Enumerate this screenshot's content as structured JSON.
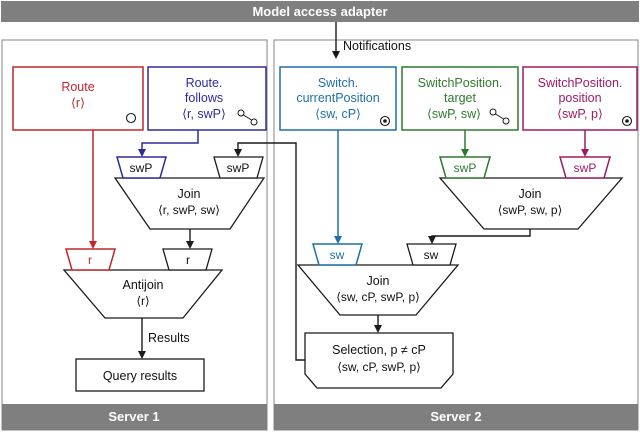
{
  "colors": {
    "bar": "#7f7f7f",
    "frame": "#9a9a9a",
    "black": "#1a1a1a",
    "red": "#c0262c",
    "blue_purple": "#2e2a9c",
    "blue": "#1f6fa8",
    "green": "#2e7a2e",
    "magenta": "#9e1a63"
  },
  "header": {
    "title": "Model access adapter"
  },
  "notifications_label": "Notifications",
  "servers": [
    {
      "label": "Server 1"
    },
    {
      "label": "Server 2"
    }
  ],
  "inputs": {
    "route": {
      "line1": "Route",
      "line2": "⟨r⟩"
    },
    "route_follows": {
      "line1": "Route.",
      "line2": "follows",
      "line3": "⟨r, swP⟩"
    },
    "switch_current": {
      "line1": "Switch.",
      "line2": "currentPosition",
      "line3": "⟨sw, cP⟩"
    },
    "sp_target": {
      "line1": "SwitchPosition.",
      "line2": "target",
      "line3": "⟨swP, sw⟩"
    },
    "sp_position": {
      "line1": "SwitchPosition.",
      "line2": "position",
      "line3": "⟨swP, p⟩"
    }
  },
  "nodes": {
    "join1": {
      "title": "Join",
      "tuple": "⟨r, swP, sw⟩",
      "left_slot": "swP",
      "right_slot": "swP"
    },
    "antijoin": {
      "title": "Antijoin",
      "tuple": "⟨r⟩",
      "left_slot": "r",
      "right_slot": "r"
    },
    "join2": {
      "title": "Join",
      "tuple": "⟨swP, sw, p⟩",
      "left_slot": "swP",
      "right_slot": "swP"
    },
    "join3": {
      "title": "Join",
      "tuple": "⟨sw, cP, swP, p⟩",
      "left_slot": "sw",
      "right_slot": "sw"
    },
    "selection": {
      "title": "Selection, p ≠ cP",
      "tuple": "⟨sw, cP, swP, p⟩"
    }
  },
  "results_label": "Results",
  "query_results": "Query results",
  "icons": {
    "circle": "circle-icon",
    "edge": "edge-icon",
    "attribute": "attribute-icon"
  }
}
